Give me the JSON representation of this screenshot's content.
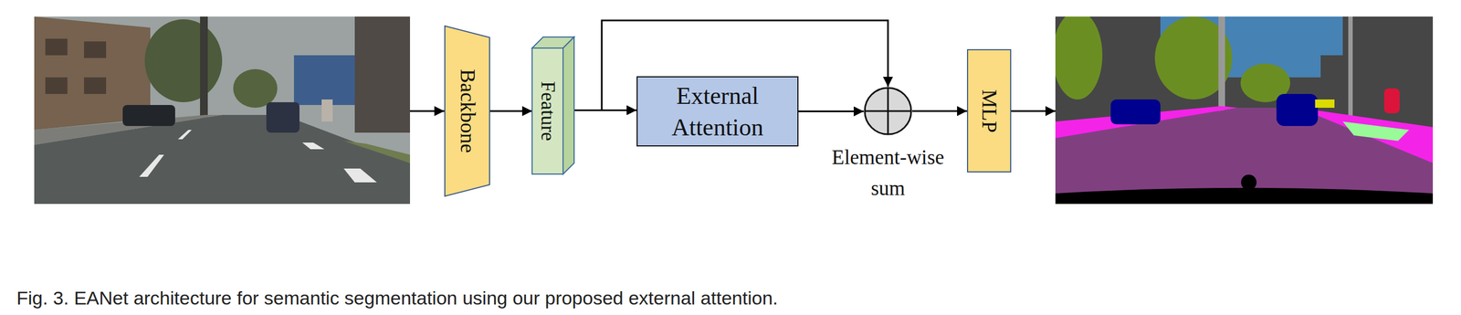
{
  "diagram": {
    "caption": "Fig. 3. EANet architecture for semantic segmentation using our proposed external attention.",
    "nodes": [
      {
        "text": [
          "Backbone"
        ]
      },
      {
        "text": [
          "Feature"
        ]
      },
      {
        "text": [
          "External Attention"
        ]
      },
      {
        "text": [
          "Element-wise sum"
        ]
      },
      {
        "text": [
          "MLP"
        ]
      }
    ],
    "edges": [
      {
        "from": 0,
        "to": 1,
        "arrow": "to"
      },
      {
        "from": 1,
        "to": 2,
        "arrow": "to"
      },
      {
        "from": 1,
        "to": 3,
        "arrow": "to"
      },
      {
        "from": 2,
        "to": 3,
        "arrow": "to"
      },
      {
        "from": 3,
        "to": 4,
        "arrow": "to"
      }
    ]
  }
}
